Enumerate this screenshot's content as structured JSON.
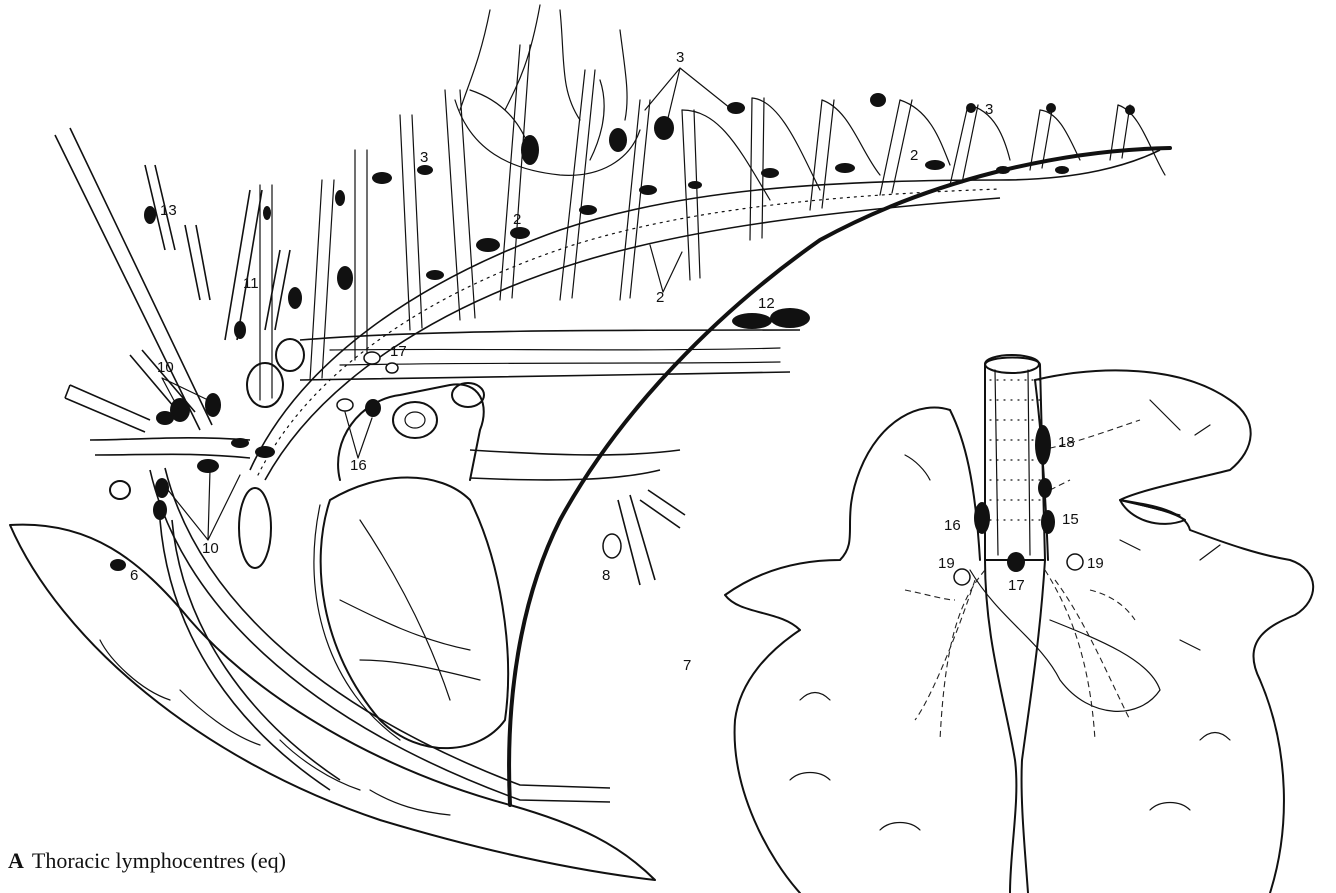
{
  "figure": {
    "caption_letter": "A",
    "caption_text": "Thoracic lymphocentres (eq)",
    "labels": {
      "l2a": "2",
      "l2b": "2",
      "l2c": "2",
      "l3a": "3",
      "l3b": "3",
      "l3c": "3",
      "l6": "6",
      "l8": "8",
      "l10a": "10",
      "l10b": "10",
      "l11": "11",
      "l12": "12",
      "l13": "13",
      "l15": "15",
      "l16a": "16",
      "l16b": "16",
      "l17a": "17",
      "l17b": "17",
      "l18": "18",
      "l19a": "19",
      "l19b": "19",
      "mark": "7"
    }
  }
}
